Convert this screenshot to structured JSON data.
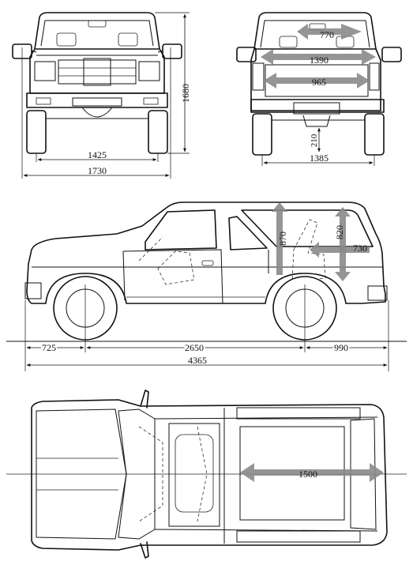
{
  "front_view": {
    "track_width": "1425",
    "overall_width": "1730",
    "overall_height": "1680"
  },
  "rear_view": {
    "cargo_width_top": "770",
    "cargo_width_mid": "1390",
    "cargo_width_between_arches": "965",
    "ground_clearance": "210",
    "rear_track": "1385"
  },
  "side_view": {
    "front_overhang": "725",
    "wheelbase": "2650",
    "rear_overhang": "990",
    "overall_length": "4365",
    "cargo_height": "870",
    "rear_opening_height": "820",
    "rear_seat_to_cargo": "730"
  },
  "top_view": {
    "cargo_length": "1500"
  },
  "colors": {
    "line": "#111111",
    "arrow": "#8a8a8a",
    "background": "#ffffff"
  }
}
